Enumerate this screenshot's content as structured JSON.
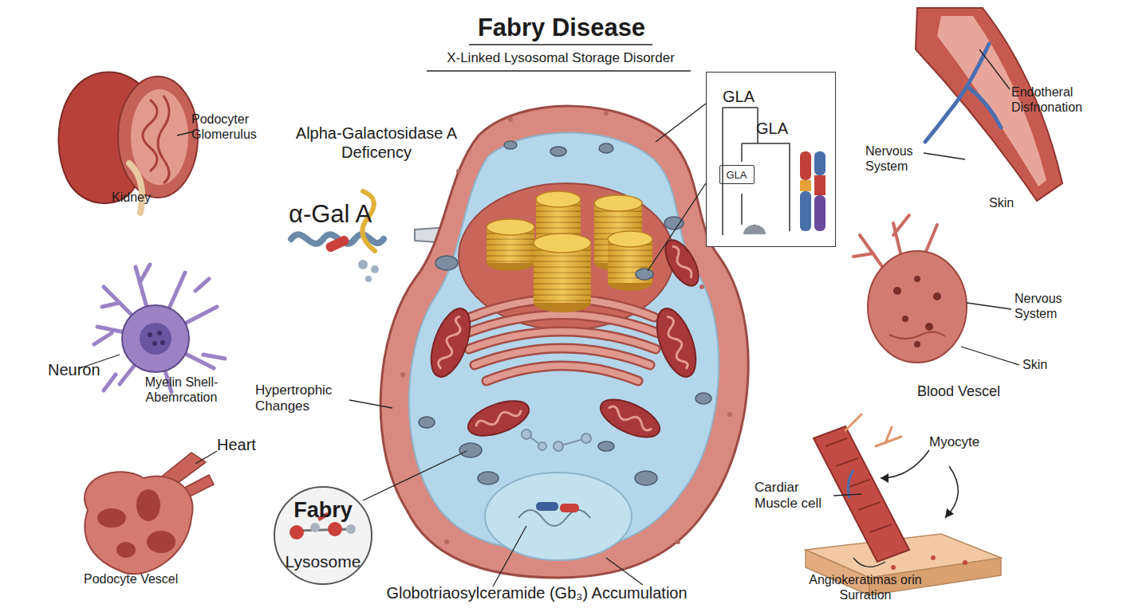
{
  "diagram": {
    "title": "Fabry Disease",
    "nodes": [
      {
        "text": [
          "GLA",
          "GLA"
        ]
      },
      {
        "text": [
          "GLA"
        ],
        "in": 0
      },
      {
        "text": [
          "Fabry",
          "Lysosome"
        ]
      }
    ],
    "labels": [
      "X-Linked Lysosomal Storage Disorder",
      "Podocyter Glomerulus",
      "Kidney",
      "Alpha-Galactosidase A Deficency",
      "α-Gal A",
      "Endotheral Disfnonation",
      "Nervous System",
      "Skin",
      "Nervous System",
      "Skin",
      "Blood Vescel",
      "Neuron",
      "Myelin Shell-Abemrcation",
      "Hypertrophic Changes",
      "Heart",
      "Podocyte Vescel",
      "Globotriaosylceramide (Gb₃) Accumulation",
      "Cardiar Muscle cell",
      "Myocyte",
      "Angiokeratimas orin Surration"
    ]
  }
}
